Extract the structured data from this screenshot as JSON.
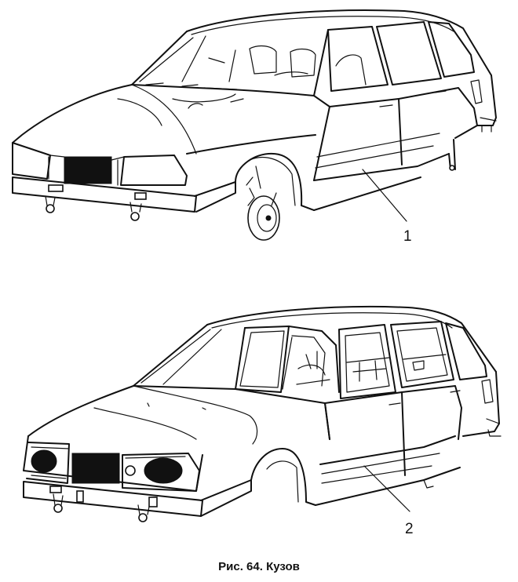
{
  "figure": {
    "caption": "Рис. 64. Кузов",
    "callouts": [
      {
        "label": "1"
      },
      {
        "label": "2"
      }
    ]
  }
}
